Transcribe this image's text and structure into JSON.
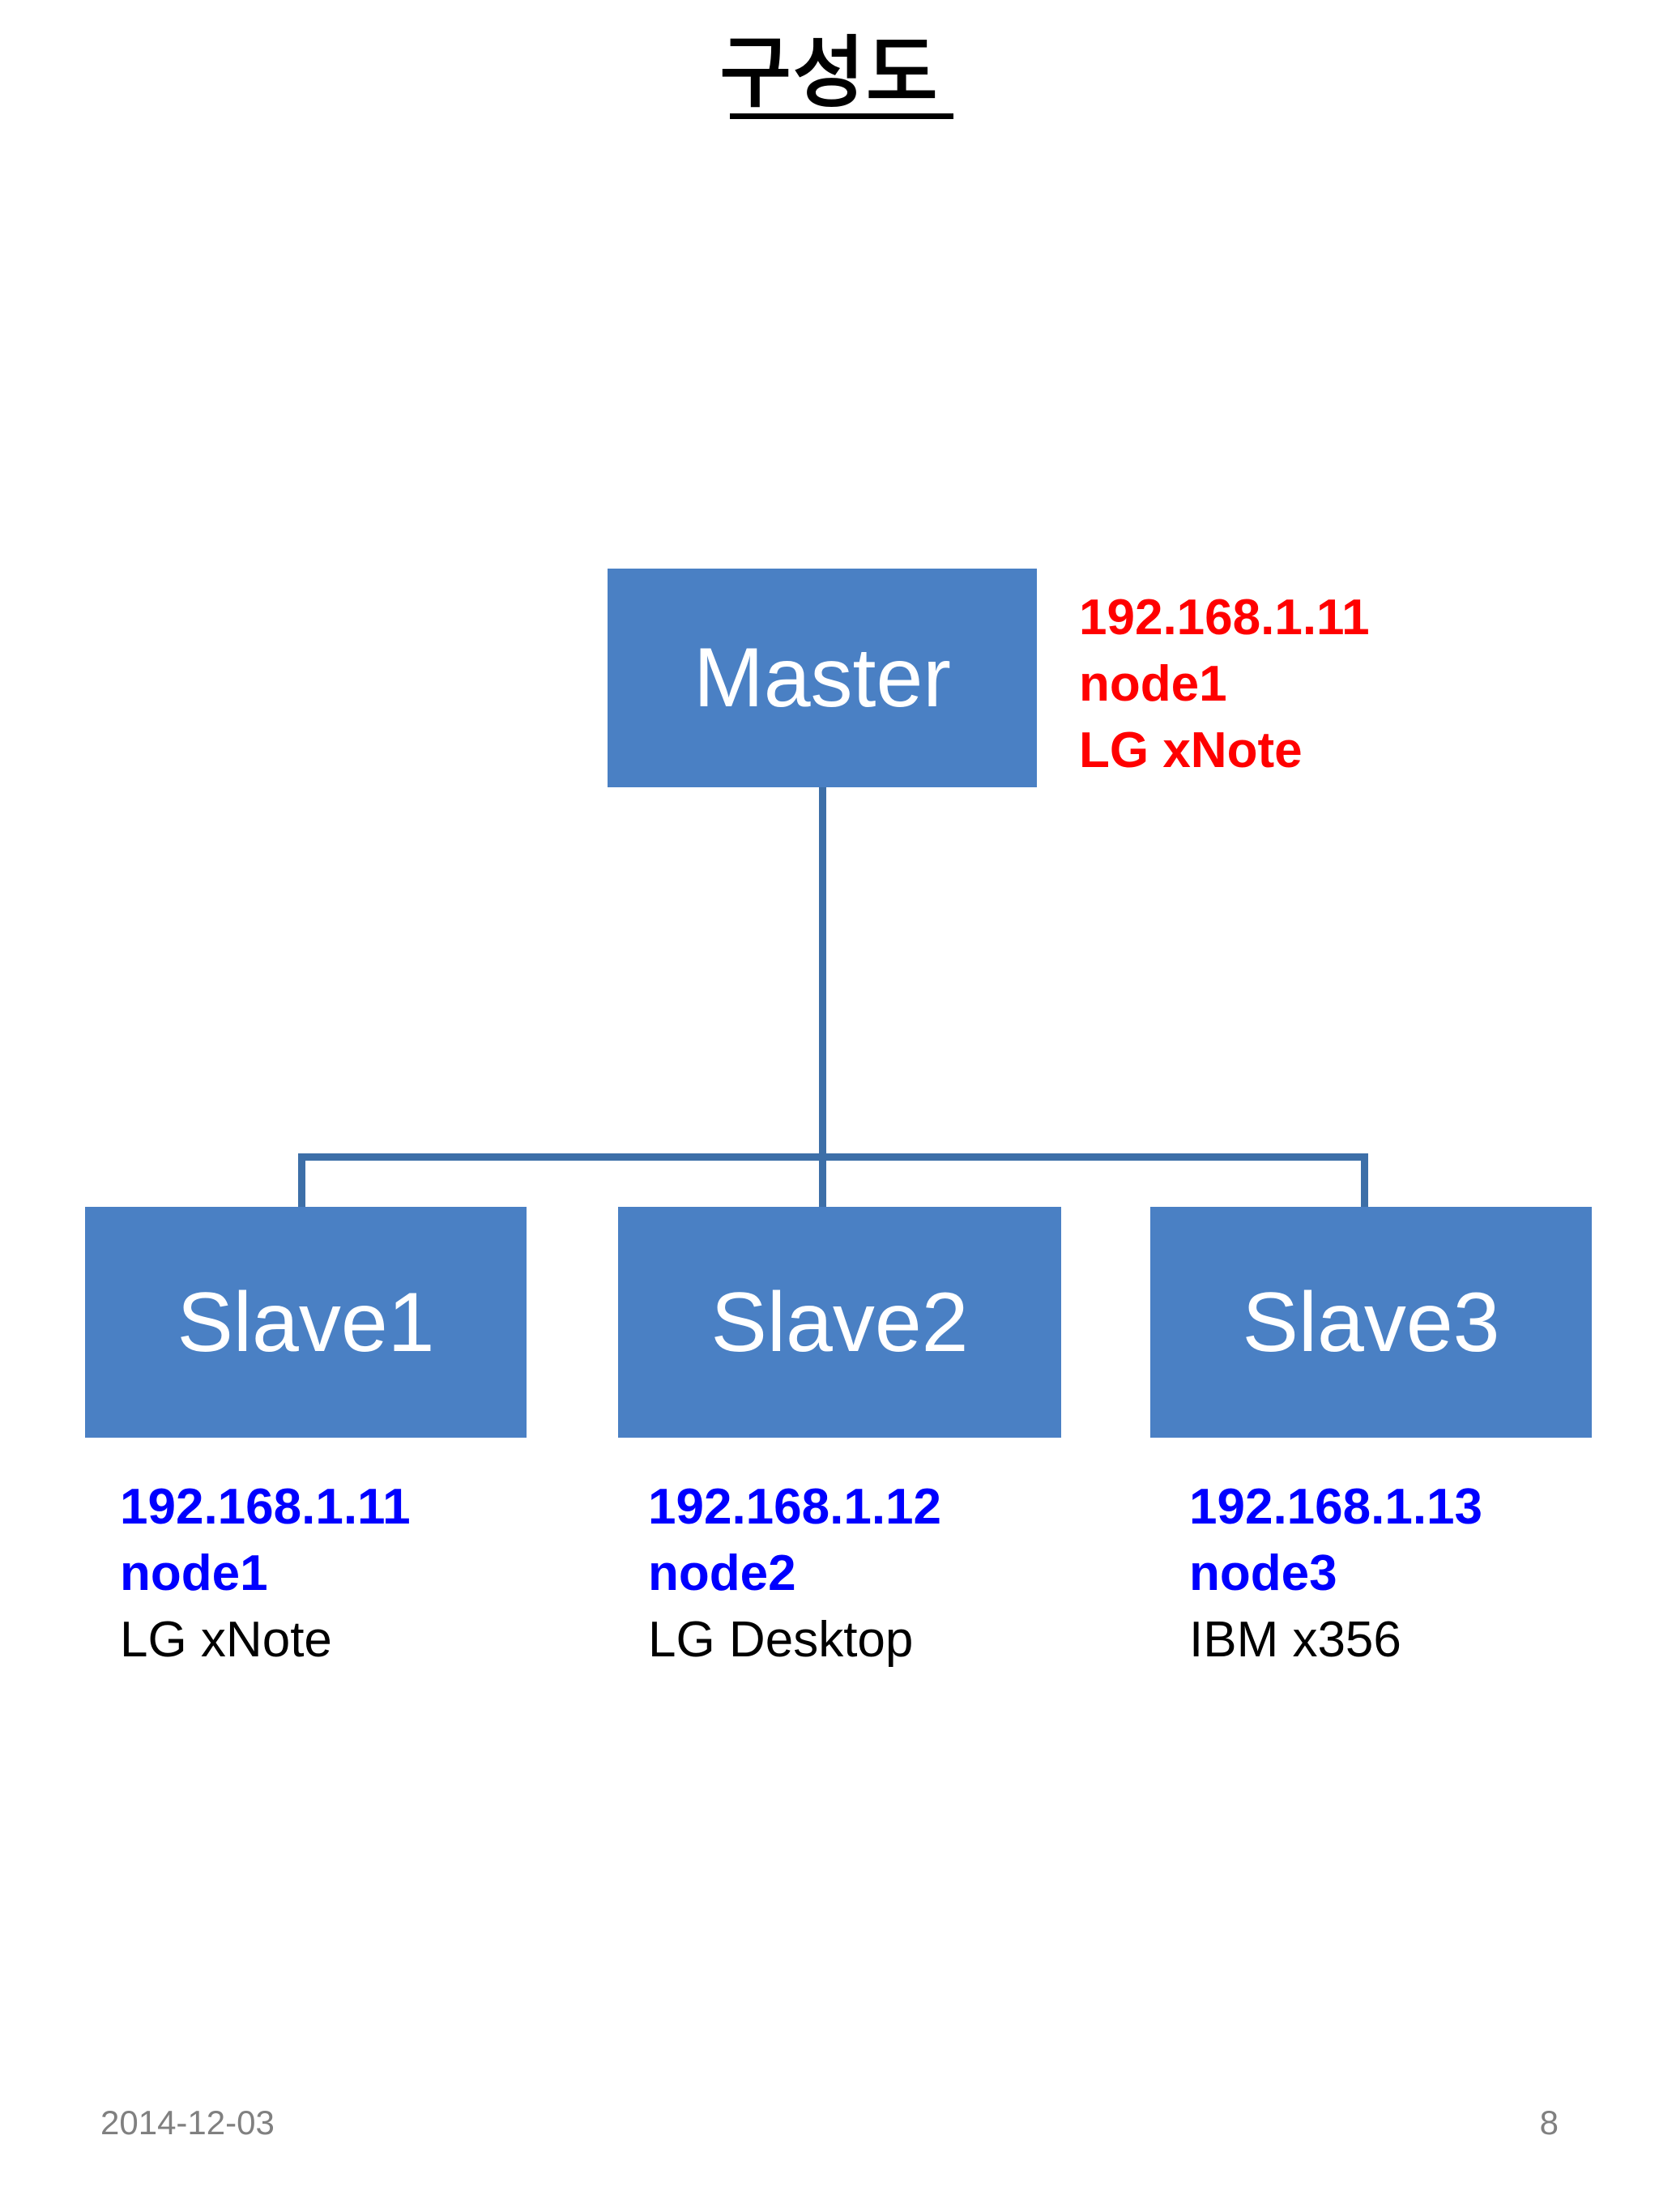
{
  "slide": {
    "title": "구성도",
    "background_color": "#ffffff"
  },
  "colors": {
    "node_fill": "#4a80c4",
    "node_text": "#ffffff",
    "connector": "#3d6fa8",
    "master_annotation": "#ff0000",
    "slave_annotation": "#0000ff",
    "machine_text": "#000000",
    "footer_text": "#808080"
  },
  "diagram": {
    "master": {
      "label": "Master",
      "annotation": {
        "ip": "192.168.1.11",
        "node": "node1",
        "machine": "LG xNote"
      }
    },
    "slaves": [
      {
        "label": "Slave1",
        "annotation": {
          "ip": "192.168.1.11",
          "node": "node1",
          "machine": "LG xNote"
        }
      },
      {
        "label": "Slave2",
        "annotation": {
          "ip": "192.168.1.12",
          "node": "node2",
          "machine": "LG Desktop"
        }
      },
      {
        "label": "Slave3",
        "annotation": {
          "ip": "192.168.1.13",
          "node": "node3",
          "machine": "IBM x356"
        }
      }
    ]
  },
  "footer": {
    "date": "2014-12-03",
    "page_number": "8"
  }
}
